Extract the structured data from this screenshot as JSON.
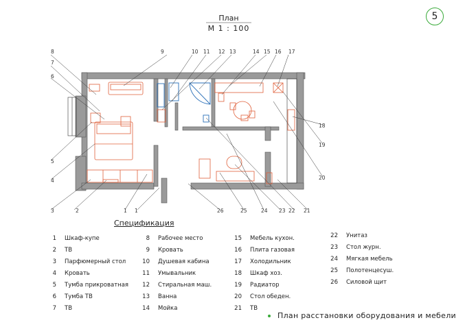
{
  "header": {
    "title": "План",
    "scale": "М 1 : 100",
    "page_number": "5"
  },
  "callouts": [
    "1",
    "2",
    "3",
    "4",
    "5",
    "6",
    "7",
    "8",
    "9",
    "10",
    "11",
    "12",
    "13",
    "14",
    "15",
    "16",
    "17",
    "18",
    "19",
    "20",
    "21",
    "22",
    "23",
    "24",
    "25",
    "26",
    "1"
  ],
  "specification": {
    "title": "Спецификация",
    "col1": [
      {
        "num": "1",
        "label": "Шкаф-купе"
      },
      {
        "num": "2",
        "label": "ТВ"
      },
      {
        "num": "3",
        "label": "Парфюмерный  стол"
      },
      {
        "num": "4",
        "label": "Кровать"
      },
      {
        "num": "5",
        "label": "Тумба прикроватная"
      },
      {
        "num": "6",
        "label": "Тумба  ТВ"
      },
      {
        "num": "7",
        "label": "ТВ"
      }
    ],
    "col2": [
      {
        "num": "8",
        "label": "Рабочее  место"
      },
      {
        "num": "9",
        "label": "Кровать"
      },
      {
        "num": "10",
        "label": "Душевая кабина"
      },
      {
        "num": "11",
        "label": "Умывальник"
      },
      {
        "num": "12",
        "label": "Стиральная  маш."
      },
      {
        "num": "13",
        "label": "Ванна"
      },
      {
        "num": "14",
        "label": "Мойка"
      }
    ],
    "col3": [
      {
        "num": "15",
        "label": "Мебель  кухон."
      },
      {
        "num": "16",
        "label": "Плита  газовая"
      },
      {
        "num": "17",
        "label": "Холодильник"
      },
      {
        "num": "18",
        "label": "Шкаф  хоз."
      },
      {
        "num": "19",
        "label": "Радиатор"
      },
      {
        "num": "20",
        "label": "Стол  обеден."
      },
      {
        "num": "21",
        "label": "ТВ"
      }
    ],
    "col4": [
      {
        "num": "22",
        "label": "Унитаз"
      },
      {
        "num": "23",
        "label": "Стол  журн."
      },
      {
        "num": "24",
        "label": "Мягкая  мебель"
      },
      {
        "num": "25",
        "label": "Полотенцесуш."
      },
      {
        "num": "26",
        "label": "Силовой  щит"
      }
    ]
  },
  "caption": "План  расстановки  оборудования и мебели",
  "colors": {
    "accent": "#3aaa3a",
    "furniture": "#e0603a",
    "plumbing": "#2a6fb8",
    "wall": "#9a9a9a"
  }
}
